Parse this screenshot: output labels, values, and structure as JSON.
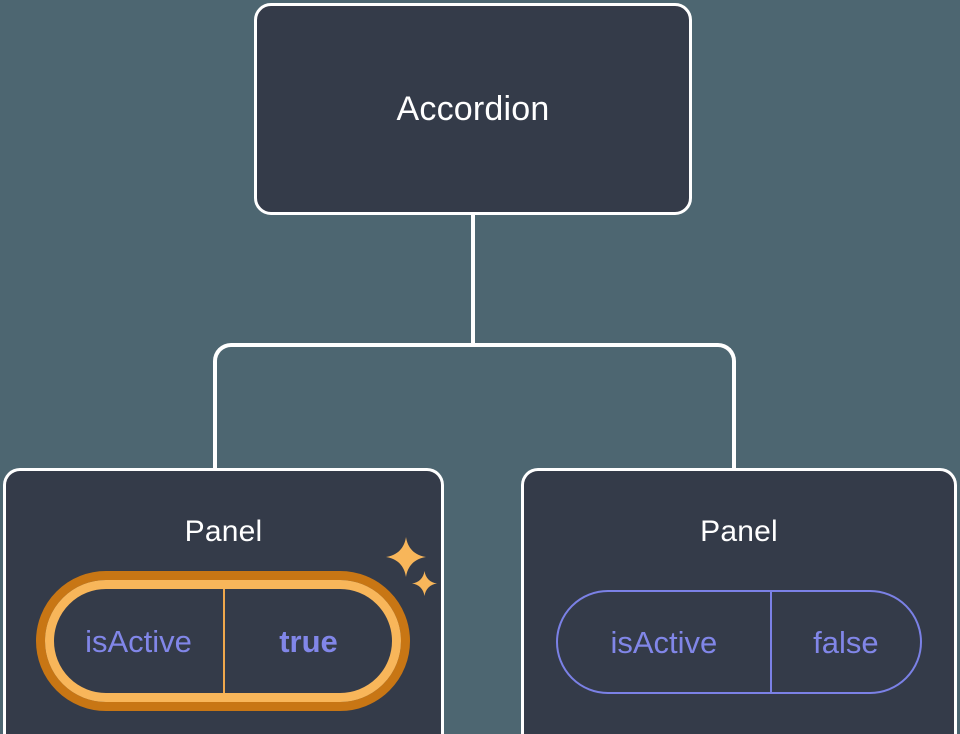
{
  "theme": {
    "background": "#4d6671",
    "node_fill": "#343b49",
    "node_border": "#ffffff",
    "connector": "#ffffff",
    "text_primary": "#ffffff",
    "property_text": "#8186e8",
    "property_border": "#7b81e6",
    "highlight_outer": "#c87614",
    "highlight_inner": "#f8b65a"
  },
  "tree": {
    "root": {
      "title": "Accordion"
    },
    "children": [
      {
        "title": "Panel",
        "highlighted": true,
        "property": {
          "key": "isActive",
          "value": "true"
        },
        "decorations": [
          "sparkle-large",
          "sparkle-small"
        ]
      },
      {
        "title": "Panel",
        "highlighted": false,
        "property": {
          "key": "isActive",
          "value": "false"
        },
        "decorations": []
      }
    ]
  }
}
